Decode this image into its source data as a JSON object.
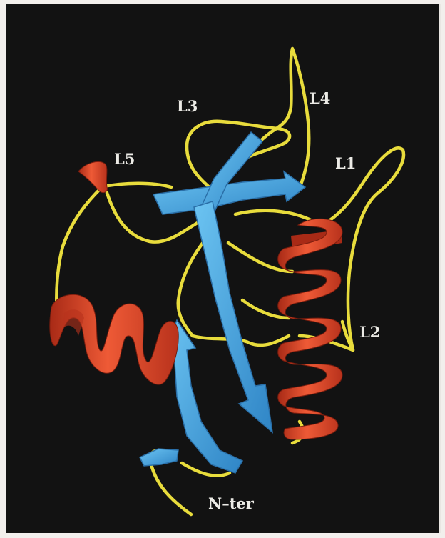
{
  "figure": {
    "labels": {
      "l1": "L1",
      "l2": "L2",
      "l3": "L3",
      "l4": "L4",
      "l5": "L5",
      "nter": "N–ter"
    },
    "colors": {
      "background": "#121212",
      "helix": "#e24a2a",
      "helix_shade": "#a82a16",
      "strand": "#4faee8",
      "strand_shade": "#2f7fc0",
      "loop": "#e8dc3c"
    }
  }
}
